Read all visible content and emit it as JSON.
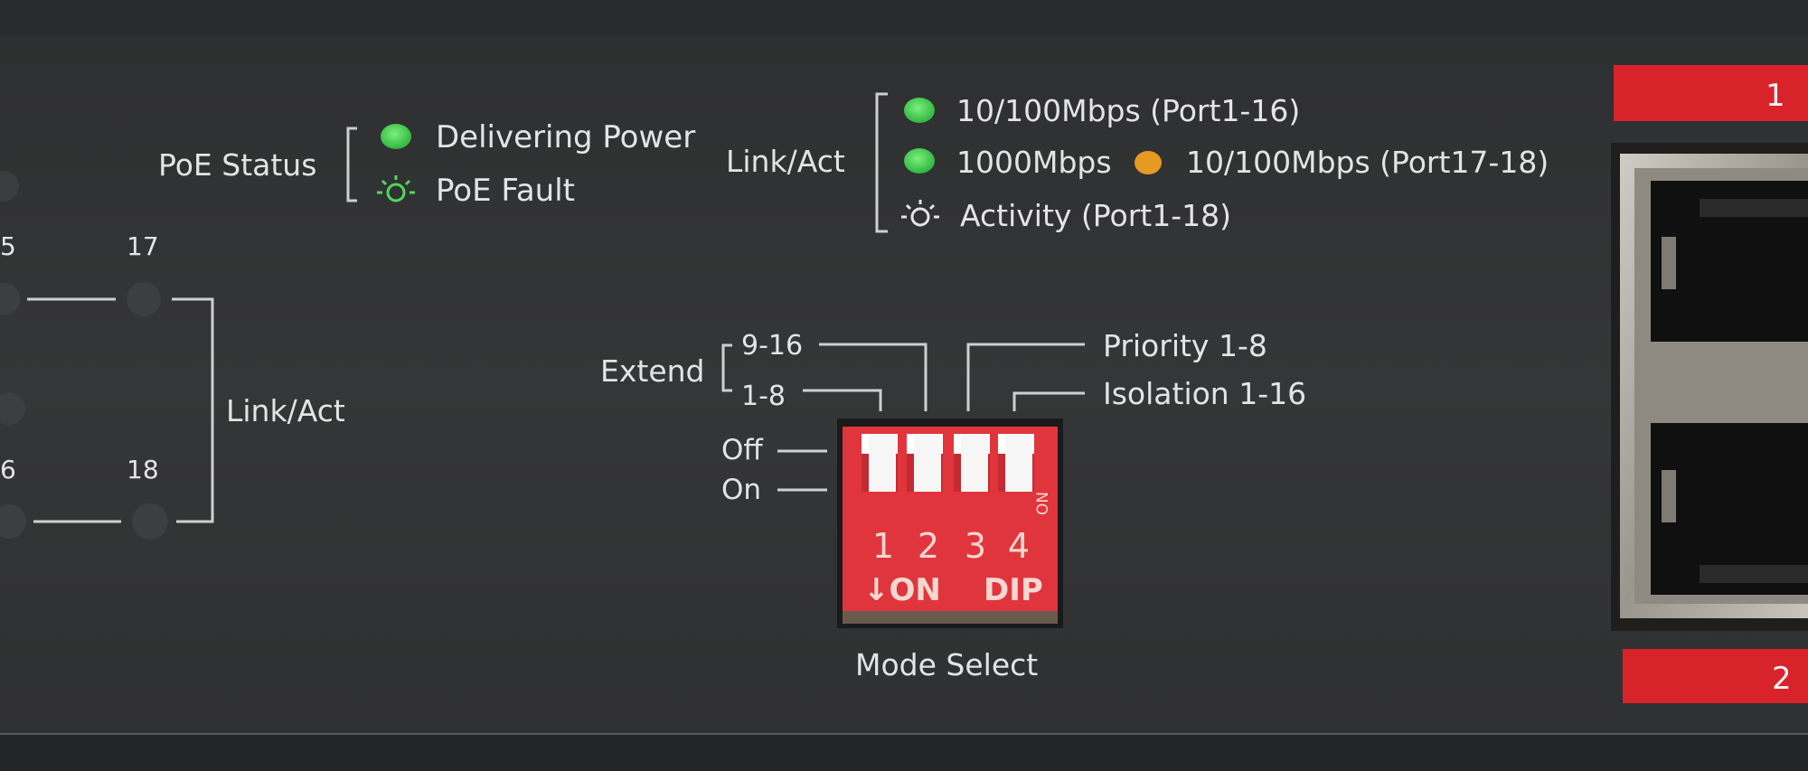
{
  "poe_status": {
    "title": "PoE Status",
    "delivering": "Delivering Power",
    "fault": "PoE Fault"
  },
  "link_legend": {
    "title": "Link/Act",
    "row1": "10/100Mbps (Port1-16)",
    "row2a": "1000Mbps",
    "row2b": "10/100Mbps (Port17-18)",
    "row3": "Activity (Port1-18)"
  },
  "port_leds": {
    "port_a": "5",
    "port_b": "17",
    "port_c": "6",
    "port_d": "18",
    "group_label": "Link/Act"
  },
  "dip_labels": {
    "extend": "Extend",
    "ext_high": "9-16",
    "ext_low": "1-8",
    "priority": "Priority 1-8",
    "isolation": "Isolation 1-16",
    "off": "Off",
    "on": "On",
    "mode_select": "Mode Select"
  },
  "dip_switch": {
    "numbers": [
      "1",
      "2",
      "3",
      "4"
    ],
    "arrow_on": "↓ON",
    "dip": "DIP",
    "side_text": "ON"
  },
  "ports": {
    "port1": "1",
    "port2": "2"
  },
  "colors": {
    "panel": "#323334",
    "led_green": "#3ecb4a",
    "led_orange": "#e69a22",
    "port_tag_red": "#d8232b",
    "dip_red": "#e1353d"
  }
}
